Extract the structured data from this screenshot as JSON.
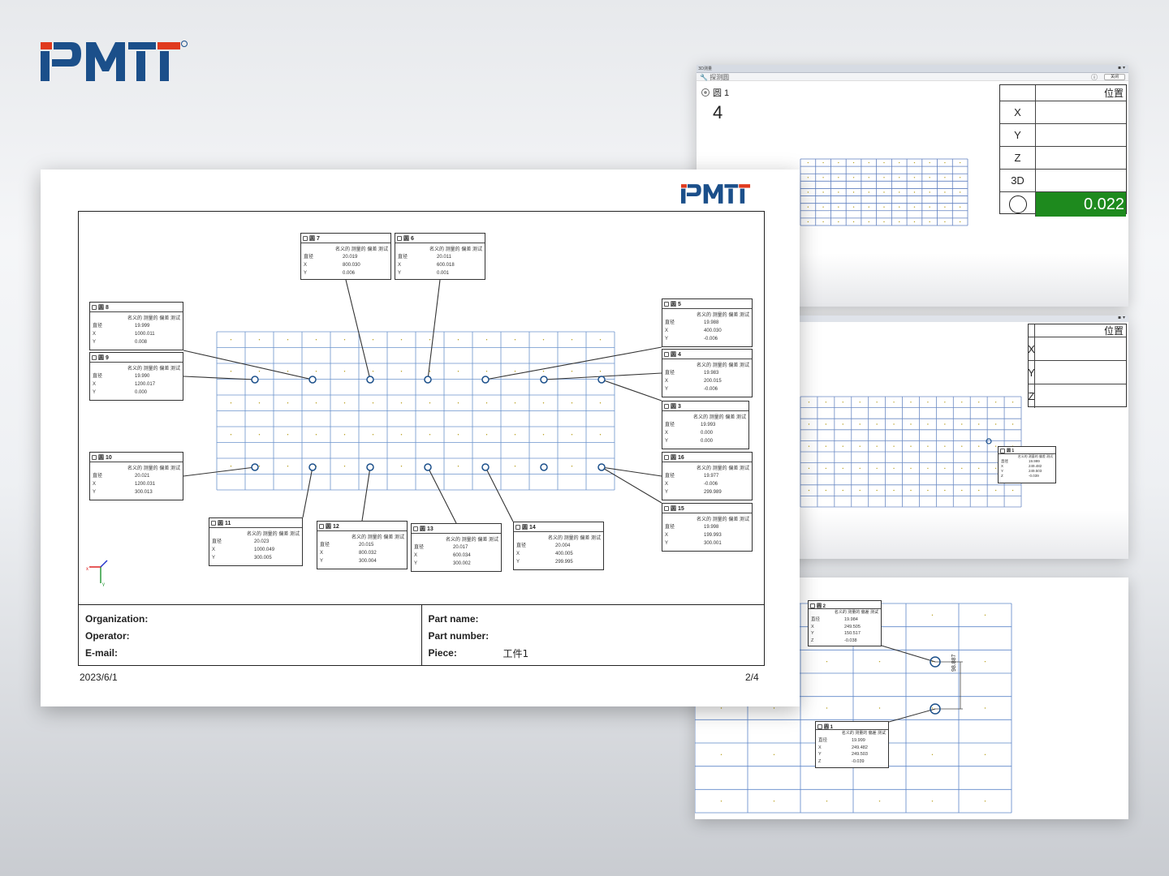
{
  "brand": {
    "logo_text": "PMT",
    "registered_mark": "®",
    "color_red": "#e03a1e",
    "color_blue": "#1b4f8a"
  },
  "screen1": {
    "window_title": "3D测量",
    "tab_label": "探测圆",
    "close_label": "关闭",
    "info_icon": "info-icon",
    "feature_label": "圆 1",
    "count_value": "4",
    "table_header": "位置",
    "rows": [
      {
        "key": "X"
      },
      {
        "key": "Y"
      },
      {
        "key": "Z"
      },
      {
        "key": "3D"
      }
    ],
    "result_value": "0.022",
    "result_color": "#1e8a1e"
  },
  "screen2": {
    "table_header": "位置",
    "rows": [
      {
        "key": "X"
      },
      {
        "key": "Y"
      },
      {
        "key": "Z"
      }
    ],
    "callout": {
      "title": "圆 1",
      "cols": "名义的 测量的 偏差 测试",
      "rows": [
        {
          "k": "直径",
          "v": "19.999"
        },
        {
          "k": "X",
          "v": "249.482"
        },
        {
          "k": "Y",
          "v": "249.503"
        },
        {
          "k": "Z",
          "v": "-0.039"
        }
      ]
    }
  },
  "screen3": {
    "dimension": "98.887",
    "callouts": [
      {
        "title": "圆 2",
        "cols": "名义的 测量的 偏差 测试",
        "rows": [
          {
            "k": "直径",
            "v": "19.984"
          },
          {
            "k": "X",
            "v": "249.505"
          },
          {
            "k": "Y",
            "v": "150.517"
          },
          {
            "k": "Z",
            "v": "-0.038"
          }
        ]
      },
      {
        "title": "圆 1",
        "cols": "名义的 测量的 偏差 测试",
        "rows": [
          {
            "k": "直径",
            "v": "19.999"
          },
          {
            "k": "X",
            "v": "249.482"
          },
          {
            "k": "Y",
            "v": "249.503"
          },
          {
            "k": "Z",
            "v": "-0.039"
          }
        ]
      }
    ]
  },
  "report": {
    "footer": {
      "organization_label": "Organization:",
      "operator_label": "Operator:",
      "email_label": "E-mail:",
      "part_name_label": "Part name:",
      "part_number_label": "Part number:",
      "piece_label": "Piece:",
      "piece_value": "工件1"
    },
    "date": "2023/6/1",
    "page": "2/4",
    "cols_header": "名义的 测量的 偏差 测试",
    "callouts": [
      {
        "id": "c7",
        "title": "圆 7",
        "rows": [
          {
            "k": "直径",
            "v": "20.019"
          },
          {
            "k": "X",
            "v": "800.030"
          },
          {
            "k": "Y",
            "v": "0.006"
          }
        ]
      },
      {
        "id": "c6",
        "title": "圆 6",
        "rows": [
          {
            "k": "直径",
            "v": "20.011"
          },
          {
            "k": "X",
            "v": "600.018"
          },
          {
            "k": "Y",
            "v": "0.001"
          }
        ]
      },
      {
        "id": "c8",
        "title": "圆 8",
        "rows": [
          {
            "k": "直径",
            "v": "19.999"
          },
          {
            "k": "X",
            "v": "1000.011"
          },
          {
            "k": "Y",
            "v": "0.008"
          }
        ]
      },
      {
        "id": "c9",
        "title": "圆 9",
        "rows": [
          {
            "k": "直径",
            "v": "19.990"
          },
          {
            "k": "X",
            "v": "1200.017"
          },
          {
            "k": "Y",
            "v": "0.000"
          }
        ]
      },
      {
        "id": "c10",
        "title": "圆 10",
        "rows": [
          {
            "k": "直径",
            "v": "20.021"
          },
          {
            "k": "X",
            "v": "1200.031"
          },
          {
            "k": "Y",
            "v": "300.013"
          }
        ]
      },
      {
        "id": "c5",
        "title": "圆 5",
        "rows": [
          {
            "k": "直径",
            "v": "19.988"
          },
          {
            "k": "X",
            "v": "400.030"
          },
          {
            "k": "Y",
            "v": "-0.006"
          }
        ]
      },
      {
        "id": "c4",
        "title": "圆 4",
        "rows": [
          {
            "k": "直径",
            "v": "19.983"
          },
          {
            "k": "X",
            "v": "200.015"
          },
          {
            "k": "Y",
            "v": "-0.006"
          }
        ]
      },
      {
        "id": "c3",
        "title": "圆 3",
        "rows": [
          {
            "k": "直径",
            "v": "19.993"
          },
          {
            "k": "X",
            "v": "0.000"
          },
          {
            "k": "Y",
            "v": "0.000"
          }
        ]
      },
      {
        "id": "c16",
        "title": "圆 16",
        "rows": [
          {
            "k": "直径",
            "v": "19.977"
          },
          {
            "k": "X",
            "v": "-0.006"
          },
          {
            "k": "Y",
            "v": "299.989"
          }
        ]
      },
      {
        "id": "c15",
        "title": "圆 15",
        "rows": [
          {
            "k": "直径",
            "v": "19.998"
          },
          {
            "k": "X",
            "v": "199.993"
          },
          {
            "k": "Y",
            "v": "300.001"
          }
        ]
      },
      {
        "id": "c11",
        "title": "圆 11",
        "rows": [
          {
            "k": "直径",
            "v": "20.023"
          },
          {
            "k": "X",
            "v": "1000.049"
          },
          {
            "k": "Y",
            "v": "300.005"
          }
        ]
      },
      {
        "id": "c12",
        "title": "圆 12",
        "rows": [
          {
            "k": "直径",
            "v": "20.015"
          },
          {
            "k": "X",
            "v": "800.032"
          },
          {
            "k": "Y",
            "v": "300.004"
          }
        ]
      },
      {
        "id": "c13",
        "title": "圆 13",
        "rows": [
          {
            "k": "直径",
            "v": "20.017"
          },
          {
            "k": "X",
            "v": "600.034"
          },
          {
            "k": "Y",
            "v": "300.002"
          }
        ]
      },
      {
        "id": "c14",
        "title": "圆 14",
        "rows": [
          {
            "k": "直径",
            "v": "20.004"
          },
          {
            "k": "X",
            "v": "400.005"
          },
          {
            "k": "Y",
            "v": "299.995"
          }
        ]
      }
    ]
  }
}
